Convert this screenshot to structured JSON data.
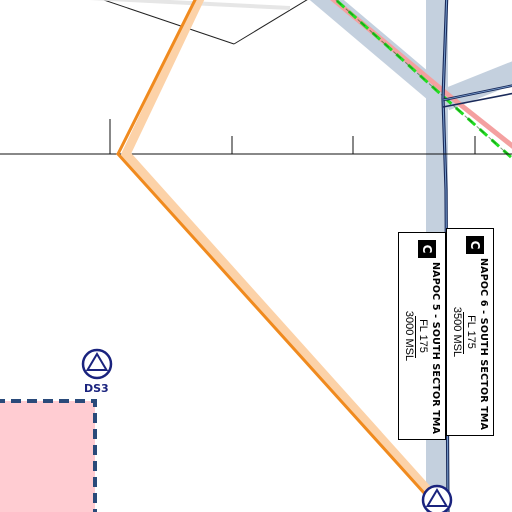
{
  "colors": {
    "corridor": "#c4d0de",
    "route_line": "#1a2a5a",
    "orange_route": "#f08a1e",
    "orange_halo": "#fcd2a8",
    "green_dash": "#22dd22",
    "pink_line": "#f4a0a0",
    "restricted_fill": "#ffccd2",
    "restricted_border": "#2a4a7a",
    "navaid": "#1a237e"
  },
  "airspace_labels": [
    {
      "class": "C",
      "name": "NAPOC 6 - SOUTH SECTOR TMA",
      "upper": "FL 175",
      "lower": "3500 MSL"
    },
    {
      "class": "C",
      "name": "NAPOC 5 - SOUTH SECTOR TMA",
      "upper": "FL 175",
      "lower": "3000 MSL"
    }
  ],
  "waypoints": [
    {
      "id": "DS3",
      "label": "DS3"
    }
  ]
}
